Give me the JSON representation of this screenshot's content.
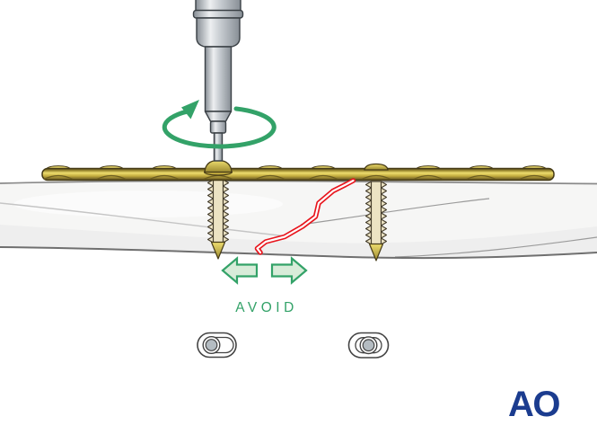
{
  "labels": {
    "avoid": "AVOID",
    "logo": "AO"
  },
  "icons": {
    "rotation_arrow": "elliptical-rotation-arrow",
    "avoid_left": "left-block-arrow",
    "avoid_right": "right-block-arrow",
    "hole_left": "plate-combi-hole-screw-eccentric",
    "hole_right": "plate-combi-hole-screw-neutral"
  },
  "colors": {
    "green": "#33a268",
    "green_light": "#d8ecd9",
    "red": "#e8141c",
    "metal_dark": "#878e95",
    "metal": "#c7ccd1",
    "metal_light": "#edeff1",
    "metal_outline": "#3a4045",
    "gold_deep": "#584b1d",
    "gold_dark": "#9c8a30",
    "gold": "#c2ab3e",
    "gold_light": "#eedd6e",
    "gold_outline": "#453a16",
    "gold_hole": "#6b5c20",
    "thread_fill": "#ece3c3",
    "thread_outline": "#453d2c",
    "bone_fill": "#f6f6f5",
    "bone_shade": "#e8e8e7",
    "bone_outline": "#8a8a8a",
    "bone_outline_dark": "#6f6f6f",
    "bone_line": "#c5c5c5",
    "bone_line_dark": "#9b9b9b",
    "icon_outline": "#444444",
    "icon_gray": "#b4bcc2",
    "ao_blue": "#1b3c8f"
  }
}
